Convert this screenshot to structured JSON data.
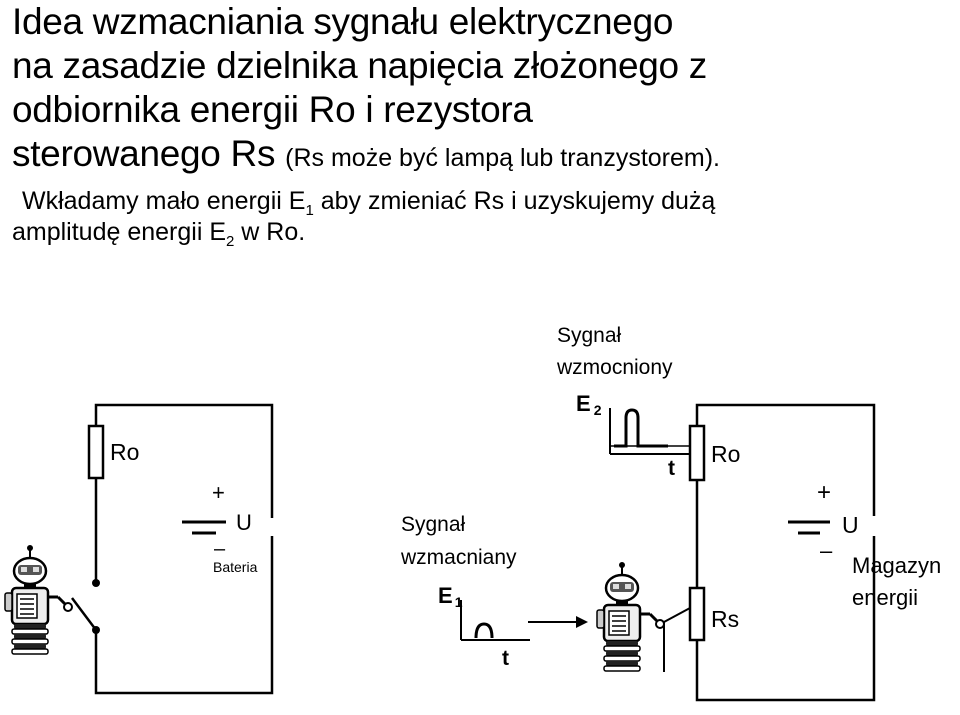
{
  "title": {
    "line1": "Idea wzmacniania sygnału elektrycznego",
    "line2": "na zasadzie dzielnika napięcia złożonego z",
    "line3": "odbiornika energii Ro i rezystora",
    "line4_main": "sterowanego Rs",
    "line4_note": "(Rs może być lampą lub tranzystorem)."
  },
  "description": {
    "line1_a": "Wkładamy mało energii E",
    "line1_sub": "1",
    "line1_b": " aby zmieniać Rs i uzyskujemy dużą",
    "line2_a": "amplitudę energii E",
    "line2_sub": "2",
    "line2_b": " w Ro."
  },
  "left_circuit": {
    "resistor_label": "Ro",
    "plus": "+",
    "voltage_label": "U",
    "minus": "–",
    "battery_label": "Bateria"
  },
  "right_circuit": {
    "output_signal_label_1": "Sygnał",
    "output_signal_label_2": "wzmocniony",
    "output_energy_label": "E",
    "output_energy_sub": "2",
    "output_time_label": "t",
    "input_signal_label_1": "Sygnał",
    "input_signal_label_2": "wzmacniany",
    "input_energy_label": "E",
    "input_energy_sub": "1",
    "input_time_label": "t",
    "resistor_o_label": "Ro",
    "resistor_s_label": "Rs",
    "plus": "+",
    "voltage_label": "U",
    "minus": "–",
    "storage_label_1": "Magazyn",
    "storage_label_2": "energii"
  },
  "icons": [
    "robot-icon",
    "arrow-right-icon",
    "switch-icon",
    "battery-icon"
  ]
}
